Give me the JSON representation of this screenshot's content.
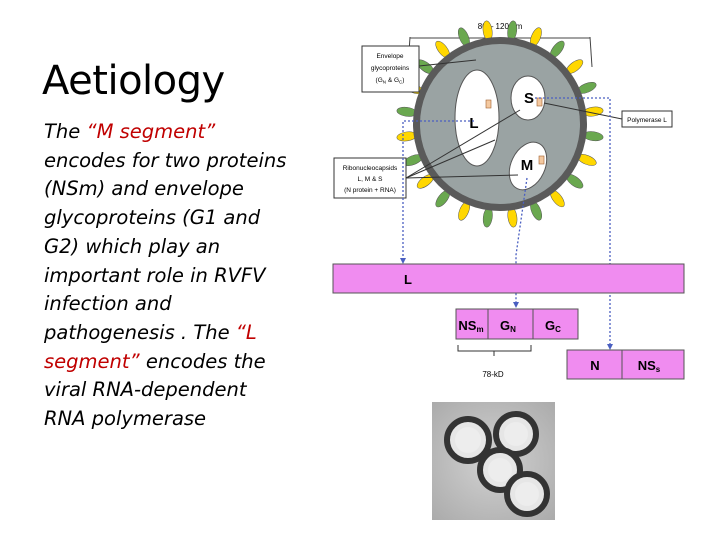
{
  "slide": {
    "title": "Aetiology",
    "body": {
      "t1": "The ",
      "m_segment": "“M segment”",
      "t2": " encodes for two proteins (NSm) and envelope glycoproteins (G1 and G2) which play an important role in RVFV infection and pathogenesis . The ",
      "l_segment": "“L segment”",
      "t3": " encodes the viral RNA-dependent RNA polymerase"
    }
  },
  "diagram": {
    "size_label": "80 – 120 nm",
    "envelope": {
      "line1": "Envelope",
      "line2": "glycoproteins",
      "line3_a": "(G",
      "line3_sub1": "N",
      "line3_b": " & G",
      "line3_sub2": "C",
      "line3_c": ")"
    },
    "polymerase_label": "Polymerase L",
    "rnp": {
      "line1": "Ribonucleocapsids",
      "line2": "L, M & S",
      "line3": "(N protein + RNA)"
    },
    "segments": {
      "s": "S",
      "l": "L",
      "m": "M"
    },
    "l_bar": "L",
    "m_bar": {
      "nsm_a": "NS",
      "nsm_sub": "m",
      "gn_a": "G",
      "gn_sub": "N",
      "gc_a": "G",
      "gc_sub": "C"
    },
    "m_bar_size": "78-kD",
    "s_bar": {
      "n": "N",
      "nss_a": "NS",
      "nss_sub": "s"
    },
    "colors": {
      "bar_fill": "#f08cf0",
      "virion_gray": "#9aa3a3",
      "spike_green": "#6aa84f",
      "spike_yellow": "#ffd700",
      "dotted_line": "#4a5fc1",
      "highlight_red": "#c00000"
    }
  }
}
